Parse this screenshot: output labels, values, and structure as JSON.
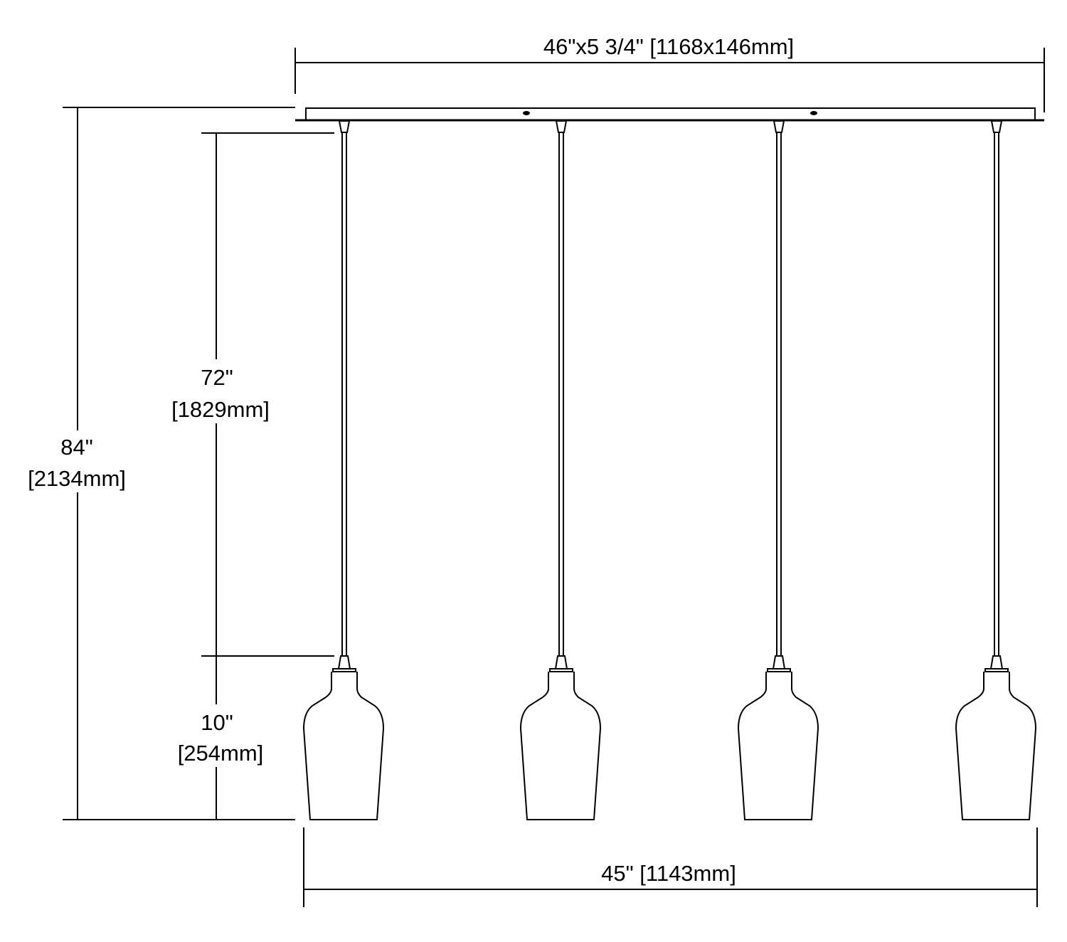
{
  "title": "Linear pendant dimension drawing",
  "dimensions": {
    "canopy": "46\"x5 3/4\" [1168x146mm]",
    "overall_height_in": "84\"",
    "overall_height_mm": "[2134mm]",
    "cord_length_in": "72\"",
    "cord_length_mm": "[1829mm]",
    "shade_height_in": "10\"",
    "shade_height_mm": "[254mm]",
    "overall_width": "45\" [1143mm]"
  },
  "pendant_count": 4,
  "line_color": "#000000"
}
